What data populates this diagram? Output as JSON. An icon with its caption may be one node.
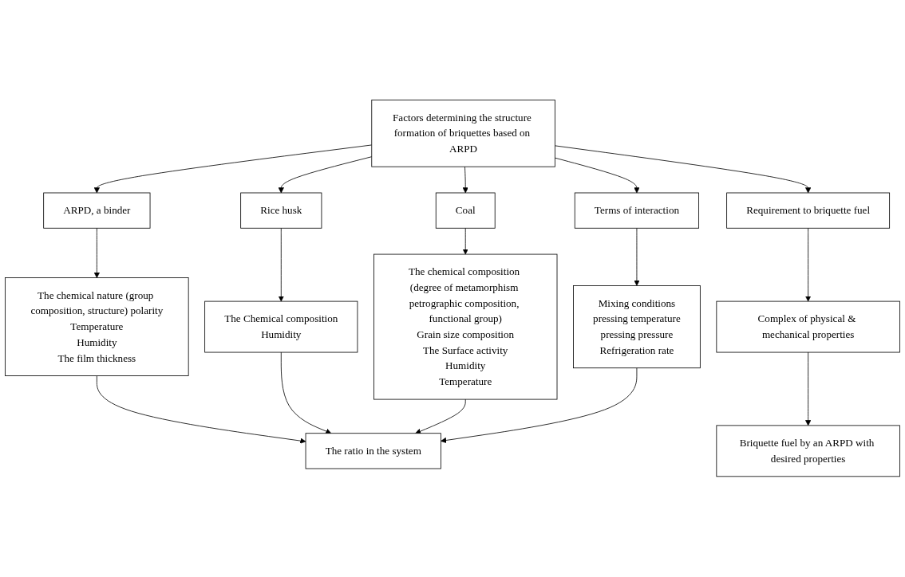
{
  "diagram": {
    "nodes": [
      {
        "text": [
          "Factors determining the structure formation of briquettes based on ARPD"
        ]
      },
      {
        "text": [
          "ARPD, a binder"
        ]
      },
      {
        "text": [
          "Rice husk"
        ]
      },
      {
        "text": [
          "Coal"
        ]
      },
      {
        "text": [
          "Terms of interaction"
        ]
      },
      {
        "text": [
          "Requirement to briquette fuel"
        ]
      },
      {
        "text": [
          "The chemical nature (group composition, structure) polarity",
          "Temperature",
          "Humidity",
          "The film thickness"
        ]
      },
      {
        "text": [
          "The Chemical composition",
          "Humidity"
        ]
      },
      {
        "text": [
          "The chemical composition (degree of metamorphism petrographic composition, functional group)",
          "Grain size composition",
          "The Surface activity",
          "Humidity",
          "Temperature"
        ]
      },
      {
        "text": [
          "Mixing conditions",
          "pressing temperature",
          "pressing pressure",
          "Refrigeration rate"
        ]
      },
      {
        "text": [
          "Complex of physical & mechanical properties"
        ]
      },
      {
        "text": [
          "The ratio in the system"
        ]
      },
      {
        "text": [
          "Briquette fuel by an ARPD with desired properties"
        ]
      }
    ],
    "edges": [
      {
        "from": 0,
        "to": 1,
        "arrow": "to"
      },
      {
        "from": 0,
        "to": 2,
        "arrow": "to"
      },
      {
        "from": 0,
        "to": 3,
        "arrow": "to"
      },
      {
        "from": 0,
        "to": 4,
        "arrow": "to"
      },
      {
        "from": 0,
        "to": 5,
        "arrow": "to"
      },
      {
        "from": 1,
        "to": 6,
        "arrow": "to"
      },
      {
        "from": 2,
        "to": 7,
        "arrow": "to"
      },
      {
        "from": 3,
        "to": 8,
        "arrow": "to"
      },
      {
        "from": 4,
        "to": 9,
        "arrow": "to"
      },
      {
        "from": 5,
        "to": 10,
        "arrow": "to"
      },
      {
        "from": 6,
        "to": 11,
        "arrow": "to"
      },
      {
        "from": 7,
        "to": 11,
        "arrow": "to"
      },
      {
        "from": 8,
        "to": 11,
        "arrow": "to"
      },
      {
        "from": 9,
        "to": 11,
        "arrow": "to"
      },
      {
        "from": 10,
        "to": 12,
        "arrow": "to"
      }
    ]
  }
}
